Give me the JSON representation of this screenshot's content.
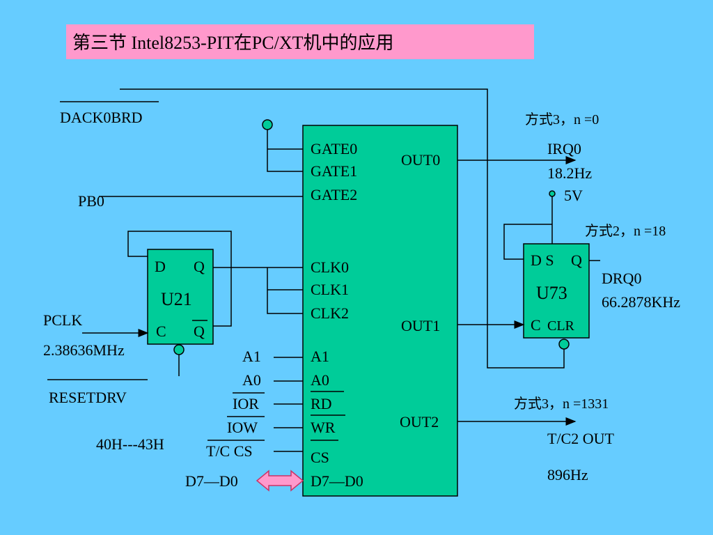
{
  "title": "第三节  Intel8253-PIT在PC/XT机中的应用",
  "colors": {
    "background": "#66CCFF",
    "title_bg": "#FF99CC",
    "chip": "#00CC99",
    "bus_arrow": "#FF99CC"
  },
  "pit": {
    "pins_left": [
      "GATE0",
      "GATE1",
      "GATE2",
      "CLK0",
      "CLK1",
      "CLK2",
      "A1",
      "A0",
      "RD",
      "WR",
      "CS",
      "D7—D0"
    ],
    "out0": "OUT0",
    "out1": "OUT1",
    "out2": "OUT2"
  },
  "u21": {
    "d": "D",
    "q": "Q",
    "name": "U21",
    "c": "C",
    "qbar": "Q"
  },
  "u73": {
    "ds": "D S",
    "q": "Q",
    "name": "U73",
    "c": "C",
    "clr": "CLR"
  },
  "labels": {
    "dack": "DACK0BRD",
    "pb0": "PB0",
    "pclk": "PCLK",
    "pclk_freq": "2.38636MHz",
    "resetdrv": "RESETDRV",
    "a1": "A1",
    "a0": "A0",
    "ior": "IOR",
    "iow": "IOW",
    "tccs": "T/C CS",
    "addr_range": "40H---43H",
    "data_bus": "D7—D0",
    "mode0": "方式3，n =0",
    "irq0": "IRQ0",
    "freq0": "18.2Hz",
    "v5": "5V",
    "mode1": "方式2，n =18",
    "drq0": "DRQ0",
    "freq1": "66.2878KHz",
    "mode2": "方式3，n =1331",
    "tc2out": "T/C2 OUT",
    "freq2": "896Hz"
  }
}
